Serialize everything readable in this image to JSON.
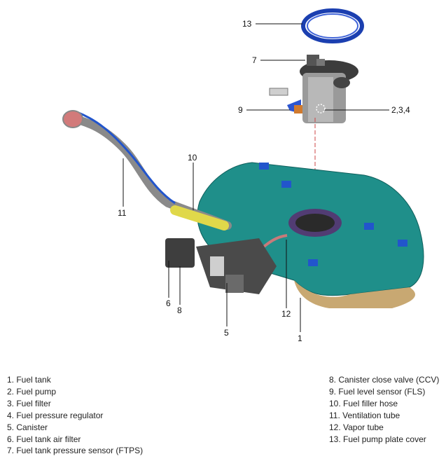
{
  "callouts": {
    "c13": "13",
    "c7": "7",
    "c9": "9",
    "c234": "2,3,4",
    "c10": "10",
    "c11": "11",
    "c6": "6",
    "c8": "8",
    "c5": "5",
    "c12": "12",
    "c1": "1"
  },
  "legend": {
    "left": [
      "1. Fuel tank",
      "2. Fuel pump",
      "3. Fuel filter",
      "4. Fuel pressure regulator",
      "5. Canister",
      "6. Fuel tank air filter",
      "7. Fuel tank pressure sensor (FTPS)"
    ],
    "right": [
      "8. Canister close valve (CCV)",
      "9. Fuel level sensor (FLS)",
      "10. Fuel filler hose",
      "11. Ventilation tube",
      "12. Vapor tube",
      "13. Fuel pump plate cover"
    ]
  },
  "colors": {
    "tank": "#1f8f8a",
    "tank_dark": "#0f5f5c",
    "heat_shield": "#c8a872",
    "clip_blue": "#2255cc",
    "filler_yellow": "#e0d84a",
    "vapor_pink": "#c87a7a",
    "pipe_grey": "#8a8a8a",
    "canister": "#4a4a4a"
  }
}
